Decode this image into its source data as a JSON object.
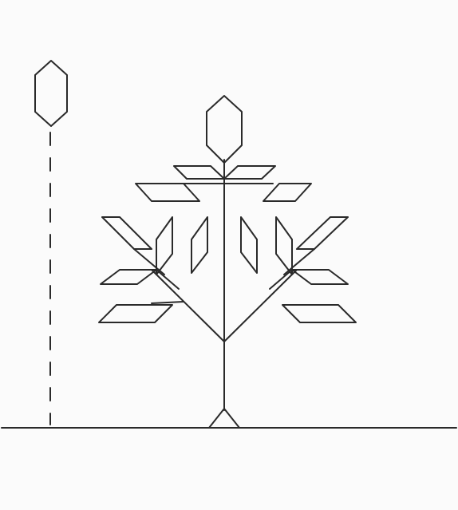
{
  "figure": {
    "description_text": "",
    "colors": {
      "background": "#fbfbfb",
      "ink": "#2a2a2a"
    },
    "elements": [
      "ground-line",
      "dashed-stem-with-bud",
      "leaf-plant",
      "triangle-base"
    ]
  }
}
